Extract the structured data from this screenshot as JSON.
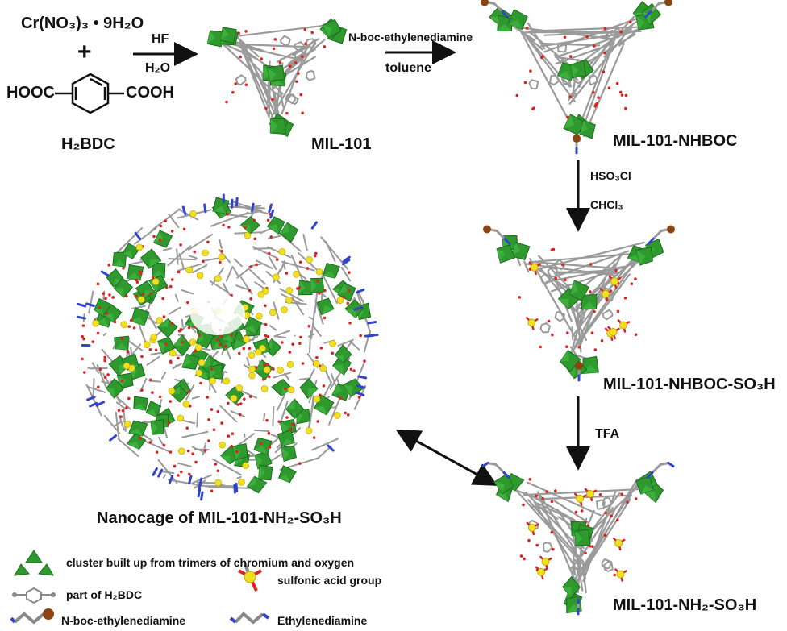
{
  "reagents": {
    "chromium_salt": "Cr(NO₃)₃ • 9H₂O",
    "plus": "+",
    "acid_left": "HOOC",
    "acid_right": "COOH",
    "linker_name": "H₂BDC"
  },
  "steps": {
    "step1_top": "HF",
    "step1_bottom": "H₂O",
    "step2_top": "N-boc-ethylenediamine",
    "step2_bottom": "toluene",
    "step3_top": "HSO₃Cl",
    "step3_bottom": "CHCl₃",
    "step4": "TFA"
  },
  "structures": {
    "mil101": "MIL-101",
    "nhboc": "MIL-101-NHBOC",
    "nhboc_so3h": "MIL-101-NHBOC-SO₃H",
    "nh2_so3h": "MIL-101-NH₂-SO₃H",
    "nanocage": "Nanocage of MIL-101-NH₂-SO₃H"
  },
  "legend": {
    "cluster": "cluster built up from trimers of chromium and oxygen",
    "h2bdc_part": "part of H₂BDC",
    "sulfonic": "sulfonic acid group",
    "boc_diamine": "N-boc-ethylenediamine",
    "ethylenediamine": "Ethylenediamine"
  },
  "colors": {
    "octahedron": "#2e9a2e",
    "octahedron_dark": "#1d6b1d",
    "carbon": "#9a9a9a",
    "oxygen": "#dd2222",
    "sulfur": "#f2df1f",
    "nitrogen": "#3344cc",
    "boc": "#8b4513"
  }
}
